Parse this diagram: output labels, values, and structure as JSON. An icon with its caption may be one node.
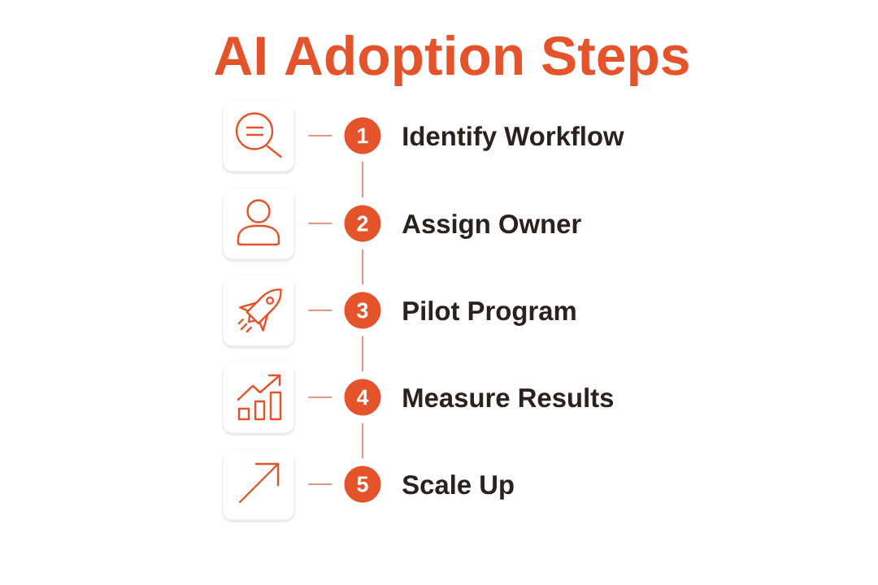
{
  "diagram": {
    "title": "AI Adoption Steps",
    "nodes": [
      {
        "text": [],
        "shape": "picture"
      },
      {
        "text": [
          "1"
        ],
        "beside": [
          "Identify Workflow"
        ]
      },
      {
        "text": [],
        "shape": "picture"
      },
      {
        "text": [
          "2"
        ],
        "beside": [
          "Assign Owner"
        ]
      },
      {
        "text": [],
        "shape": "picture"
      },
      {
        "text": [
          "3"
        ],
        "beside": [
          "Pilot Program"
        ]
      },
      {
        "text": [],
        "shape": "picture"
      },
      {
        "text": [
          "4"
        ],
        "beside": [
          "Measure Results"
        ]
      },
      {
        "text": [],
        "shape": "picture"
      },
      {
        "text": [
          "5"
        ],
        "beside": [
          "Scale Up"
        ]
      }
    ],
    "edges": [
      {
        "from": 0,
        "to": 1,
        "arrow": "none"
      },
      {
        "from": 1,
        "to": 3,
        "arrow": "none"
      },
      {
        "from": 2,
        "to": 3,
        "arrow": "none"
      },
      {
        "from": 3,
        "to": 5,
        "arrow": "none"
      },
      {
        "from": 4,
        "to": 5,
        "arrow": "none"
      },
      {
        "from": 5,
        "to": 7,
        "arrow": "none"
      },
      {
        "from": 6,
        "to": 7,
        "arrow": "none"
      },
      {
        "from": 7,
        "to": 9,
        "arrow": "none"
      },
      {
        "from": 8,
        "to": 9,
        "arrow": "none"
      }
    ]
  }
}
